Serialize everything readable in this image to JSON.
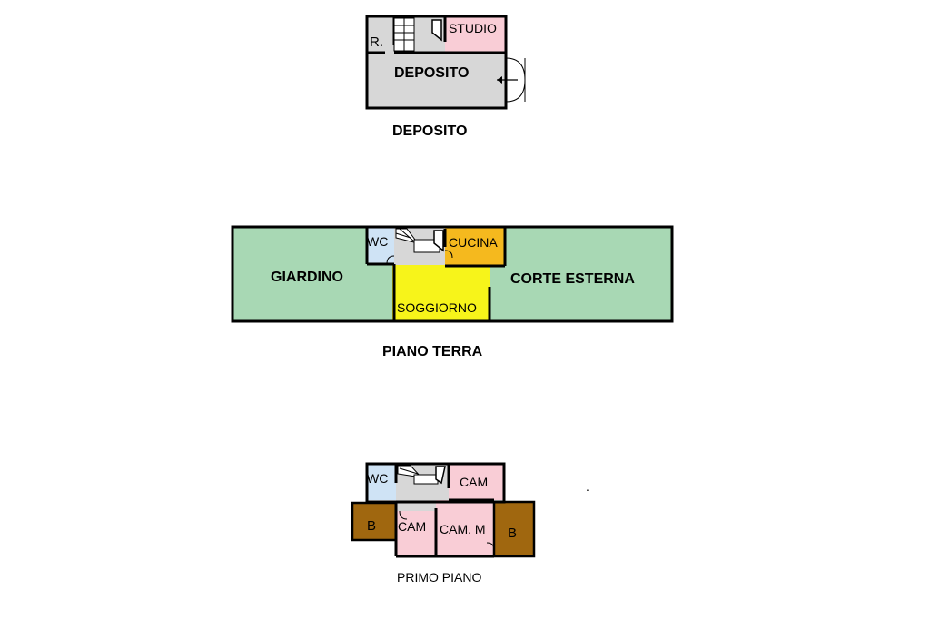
{
  "colors": {
    "deposito": "#d7d7d7",
    "studio": "#f9cdd6",
    "giardino": "#a8d8b4",
    "wc": "#cfe3f5",
    "cucina": "#f5b91e",
    "soggiorno": "#f7f41a",
    "camera": "#f9cdd6",
    "balcone": "#a0670f",
    "stairs": "#d7d7d7"
  },
  "deposito_plan": {
    "caption": "DEPOSITO",
    "rooms": {
      "ripostiglio": "R.",
      "studio": "STUDIO",
      "deposito": "DEPOSITO"
    }
  },
  "piano_terra": {
    "caption": "PIANO TERRA",
    "rooms": {
      "giardino": "GIARDINO",
      "wc": "WC",
      "cucina": "CUCINA",
      "soggiorno": "SOGGIORNO",
      "corte": "CORTE ESTERNA"
    }
  },
  "primo_piano": {
    "caption": "PRIMO PIANO",
    "rooms": {
      "wc": "WC",
      "cam_top": "CAM",
      "balcone_left": "B",
      "cam_left": "CAM",
      "cam_matrimoniale": "CAM. M",
      "balcone_right": "B"
    }
  },
  "marks": {
    "dot": "."
  }
}
